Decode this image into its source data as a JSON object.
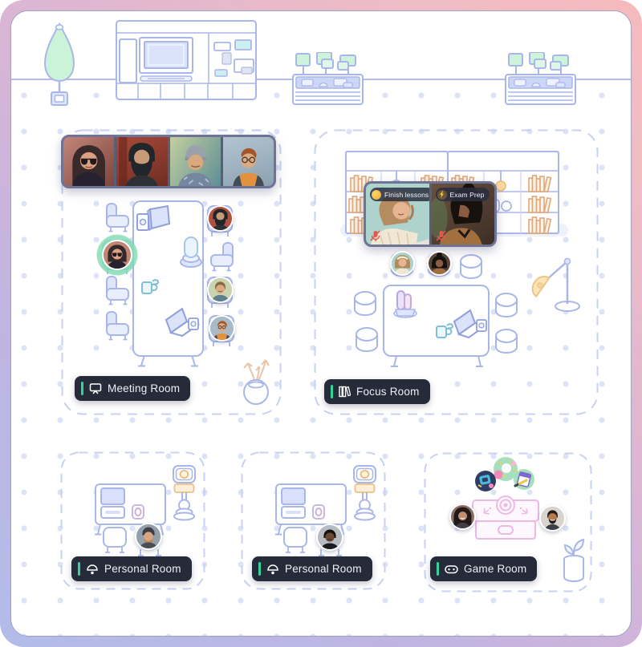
{
  "rooms": {
    "meeting": {
      "label": "Meeting Room",
      "icon": "presentation-screen-icon",
      "video_tiles": 4,
      "avatars": [
        {
          "id": "woman-sunglasses",
          "speaking": true
        },
        {
          "id": "man-beard",
          "speaking": false
        },
        {
          "id": "man-short-hair",
          "speaking": false
        },
        {
          "id": "man-hoodie",
          "speaking": false
        }
      ]
    },
    "focus": {
      "label": "Focus Room",
      "icon": "books-icon",
      "video_tiles": 2,
      "participants": [
        {
          "id": "woman-headband",
          "status_text": "Finish lessons",
          "status_emoji": "flexed-biceps",
          "mic_muted": true
        },
        {
          "id": "woman-bun",
          "status_text": "Exam Prep",
          "status_emoji": "high-voltage",
          "mic_muted": true
        }
      ]
    },
    "personal_1": {
      "label": "Personal Room",
      "icon": "desk-lamp-icon",
      "avatars": [
        {
          "id": "man-beanie"
        }
      ]
    },
    "personal_2": {
      "label": "Personal Room",
      "icon": "desk-lamp-icon",
      "avatars": [
        {
          "id": "man-turtleneck"
        }
      ]
    },
    "game": {
      "label": "Game Room",
      "icon": "gamepad-icon",
      "avatars": [
        {
          "id": "woman-long-hair"
        },
        {
          "id": "man-tan-beard"
        }
      ],
      "game_icons": [
        "donut-party-badge",
        "board-game-badge",
        "clipboard-pencil-badge"
      ]
    }
  },
  "decor": {
    "items": [
      "tree-in-pot",
      "media-console",
      "workstation-bank-left",
      "workstation-bank-right",
      "bookshelves",
      "floor-lamp",
      "dried-plant-pot",
      "sprout-plant-pot",
      "pedestal-mirror"
    ]
  },
  "theme": {
    "accent_green": "#35d399",
    "label_bg": "#262b3a",
    "label_text": "#edf0f7",
    "outline_blue": "#a9b6ea",
    "outline_fill": "#dfe6fb",
    "room_dash_border": "#c8d1f1",
    "mint_plant": "#cbf3d8",
    "book_tan": "#dfa87c",
    "lamp_yellow": "#fbe4b5",
    "game_pink": "#ecb9e3",
    "grid_dot": "#dde3f6",
    "video_border": "#6f7494",
    "muted_mic_red": "#e2574f",
    "frame_gradient": [
      "#f6babd",
      "#dab5d4",
      "#b2bce9"
    ]
  }
}
